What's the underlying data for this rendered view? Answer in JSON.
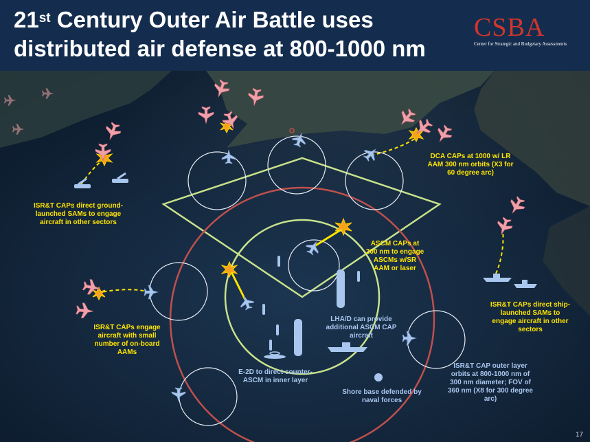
{
  "header": {
    "title_pre": "21",
    "title_sup": "st",
    "title_line1_rest": " Century Outer Air Battle uses",
    "title_line2": "distributed air defense at 800-1000 nm",
    "logo_text": "CSBA",
    "logo_sub": "Center for Strategic and Budgetary Assessments"
  },
  "labels": {
    "isr_ground": "ISR&T CAPs direct ground-launched SAMs to engage aircraft in other sectors",
    "dca": "DCA CAPs at 1000 w/ LR AAM 300 nm orbits (X3 for 60 degree arc)",
    "ascm": "ASCM CAPs at 200 nm to engage ASCMs w/SR AAM or laser",
    "isr_ship": "ISR&T CAPs direct ship-launched SAMs to engage aircraft in other sectors",
    "isr_onboard": "ISR&T CAPs engage aircraft with small number of on-board AAMs",
    "lha": "LHA/D can provide additional ASCM CAP aircraft",
    "e2d": "E-2D to direct counter-ASCM in inner layer",
    "shore": "Shore base defended by naval forces",
    "outer": "ISR&T CAP outer layer orbits at 800-1000 nm of 300 nm diameter; FOV of 360 nm (X8 for 300 degree arc)"
  },
  "page_number": "17",
  "colors": {
    "header_bg": "#142d4e",
    "logo_red": "#d3352c",
    "label_yellow": "#ffe400",
    "label_blue": "#a9c6ee",
    "sector_green": "#c8e28c",
    "range_red": "#c0504d",
    "enemy_pink": "#f0a0a8",
    "friendly_blue": "#a9c6ee"
  }
}
